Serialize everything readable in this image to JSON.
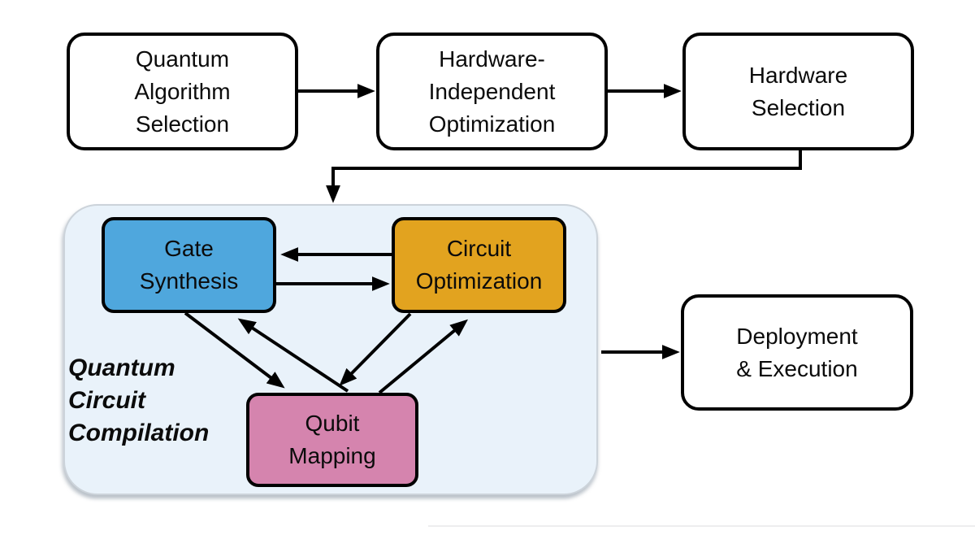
{
  "diagram": {
    "nodes": {
      "quantum_algorithm_selection": {
        "label": "Quantum\nAlgorithm\nSelection"
      },
      "hardware_independent_optimization": {
        "label": "Hardware-\nIndependent\nOptimization"
      },
      "hardware_selection": {
        "label": "Hardware\nSelection"
      },
      "gate_synthesis": {
        "label": "Gate\nSynthesis",
        "color": "#4FA7DD"
      },
      "circuit_optimization": {
        "label": "Circuit\nOptimization",
        "color": "#E2A31F"
      },
      "qubit_mapping": {
        "label": "Qubit\nMapping",
        "color": "#D584AE"
      },
      "deployment_execution": {
        "label": "Deployment\n& Execution"
      }
    },
    "group": {
      "label": "Quantum\nCircuit\nCompilation",
      "background": "#E9F2FA"
    },
    "edge_color": "#000000",
    "flow": "Quantum Algorithm Selection -> Hardware-Independent Optimization -> Hardware Selection -> Quantum Circuit Compilation (Gate Synthesis <-> Circuit Optimization <-> Qubit Mapping <-> Gate Synthesis) -> Deployment & Execution"
  }
}
